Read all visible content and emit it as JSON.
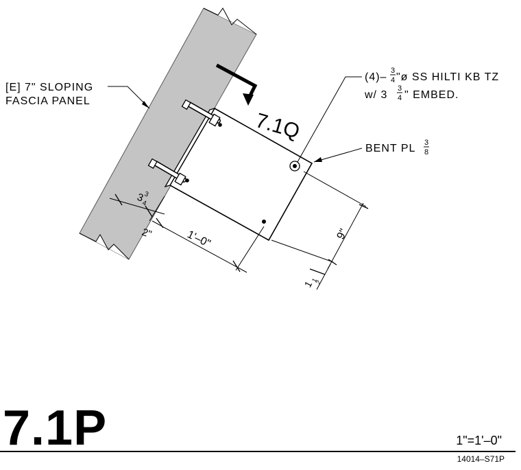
{
  "wall": {
    "label_line1": "[E] 7\" SLOPING",
    "label_line2": "FASCIA PANEL"
  },
  "section_cut": {
    "label": "7.1Q"
  },
  "anchors": {
    "note_line1_prefix": "(4)–",
    "note_line1_frac_num": "3",
    "note_line1_frac_den": "4",
    "note_line1_suffix": "\"ø  SS  HILTI  KB  TZ",
    "note_line2_prefix": "w/  3",
    "note_line2_frac_num": "3",
    "note_line2_frac_den": "4",
    "note_line2_suffix": "\"  EMBED."
  },
  "plate": {
    "label": "BENT  PL",
    "thickness_num": "3",
    "thickness_den": "8"
  },
  "dimensions": {
    "wall_offset_whole": "3",
    "wall_offset_frac_num": "3",
    "wall_offset_frac_den": "4",
    "edge_distance": "2\"",
    "plate_length": "1'–0\"",
    "plate_width": "9\"",
    "edge_distance_side_whole": "1",
    "edge_distance_side_frac_num": "1",
    "edge_distance_side_frac_den": "2"
  },
  "title_block": {
    "detail_title": "7.1P",
    "scale": "1\"=1'–0\"",
    "sheet_ref": "14014–S71P"
  }
}
